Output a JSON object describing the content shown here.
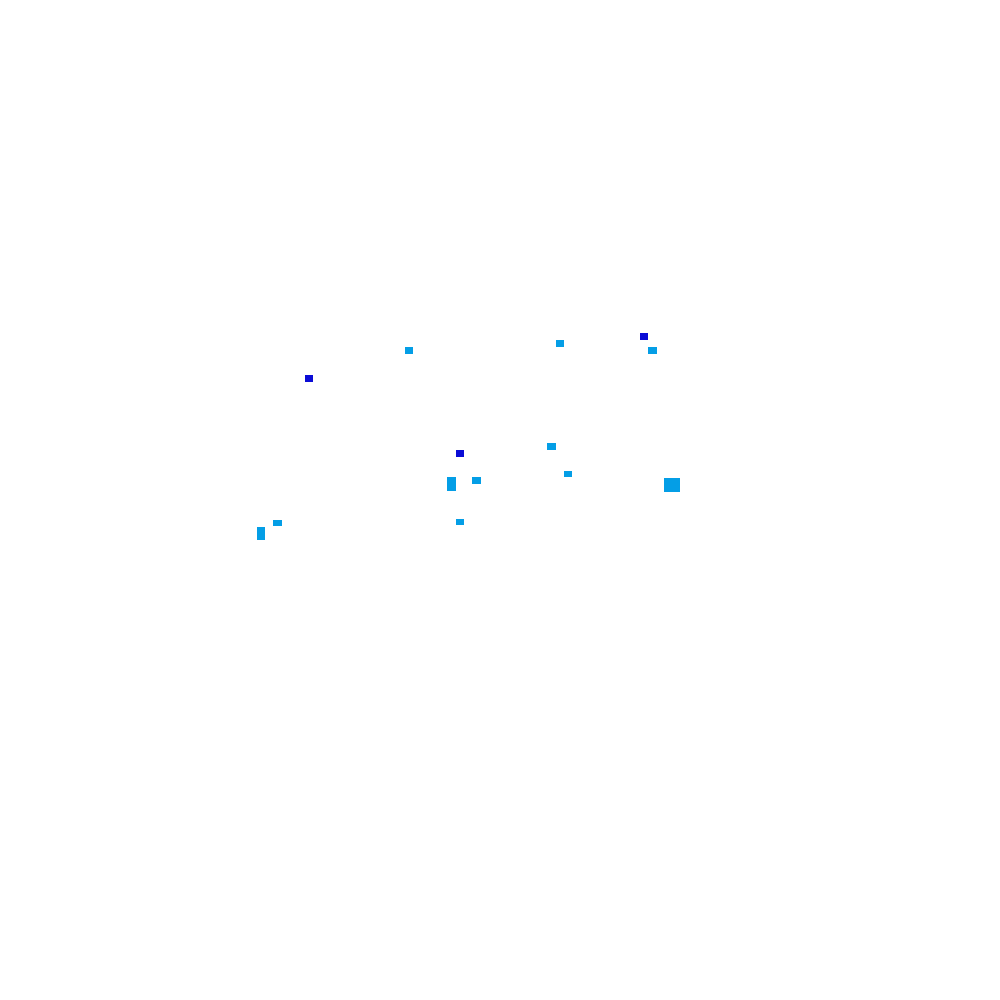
{
  "colors": {
    "background": "#ffffff",
    "light_blue": "#049ee6",
    "dark_blue": "#0b0cd6"
  },
  "marks": [
    {
      "color": "light_blue"
    },
    {
      "color": "light_blue"
    },
    {
      "color": "dark_blue"
    },
    {
      "color": "light_blue"
    },
    {
      "color": "dark_blue"
    },
    {
      "color": "light_blue"
    },
    {
      "color": "dark_blue"
    },
    {
      "color": "light_blue"
    },
    {
      "color": "light_blue"
    },
    {
      "color": "light_blue"
    },
    {
      "color": "light_blue"
    },
    {
      "color": "light_blue"
    },
    {
      "color": "light_blue"
    },
    {
      "color": "light_blue"
    }
  ]
}
